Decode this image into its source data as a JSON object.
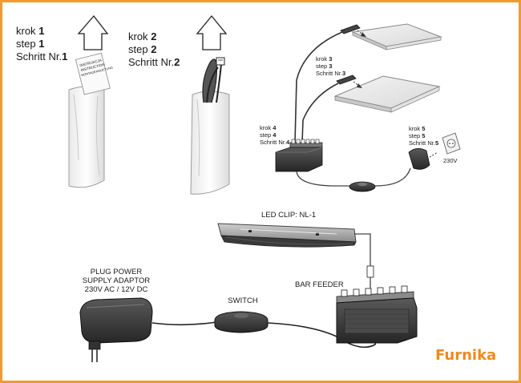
{
  "step1": {
    "line1_word": "krok",
    "line1_num": "1",
    "line2_word": "step",
    "line2_num": "1",
    "line3_word": "Schritt Nr.",
    "line3_num": "1"
  },
  "step2": {
    "line1_word": "krok",
    "line1_num": "2",
    "line2_word": "step",
    "line2_num": "2",
    "line3_word": "Schritt Nr.",
    "line3_num": "2"
  },
  "step3": {
    "line1_word": "krok",
    "line1_num": "3",
    "line2_word": "step",
    "line2_num": "3",
    "line3_word": "Schritt Nr.",
    "line3_num": "3"
  },
  "step4": {
    "line1_word": "krok",
    "line1_num": "4",
    "line2_word": "step",
    "line2_num": "4",
    "line3_word": "Schritt Nr.",
    "line3_num": "4"
  },
  "step5": {
    "line1_word": "krok",
    "line1_num": "5",
    "line2_word": "step",
    "line2_num": "5",
    "line3_word": "Schritt Nr.",
    "line3_num": "5"
  },
  "paper_text": [
    "INSTRUKCJA",
    "INSTRUCTION",
    "MONTAGEANLEITUNG"
  ],
  "voltage_label": "230V",
  "led_clip_label": "LED CLIP: NL-1",
  "plug_label": [
    "PLUG POWER",
    "SUPPLY ADAPTOR",
    "230V AC / 12V DC"
  ],
  "switch_label": "SWITCH",
  "bar_feeder_label": "BAR FEEDER",
  "brand": "Furnika",
  "colors": {
    "frame": "#f39a2b",
    "brand": "#f08a1c"
  }
}
